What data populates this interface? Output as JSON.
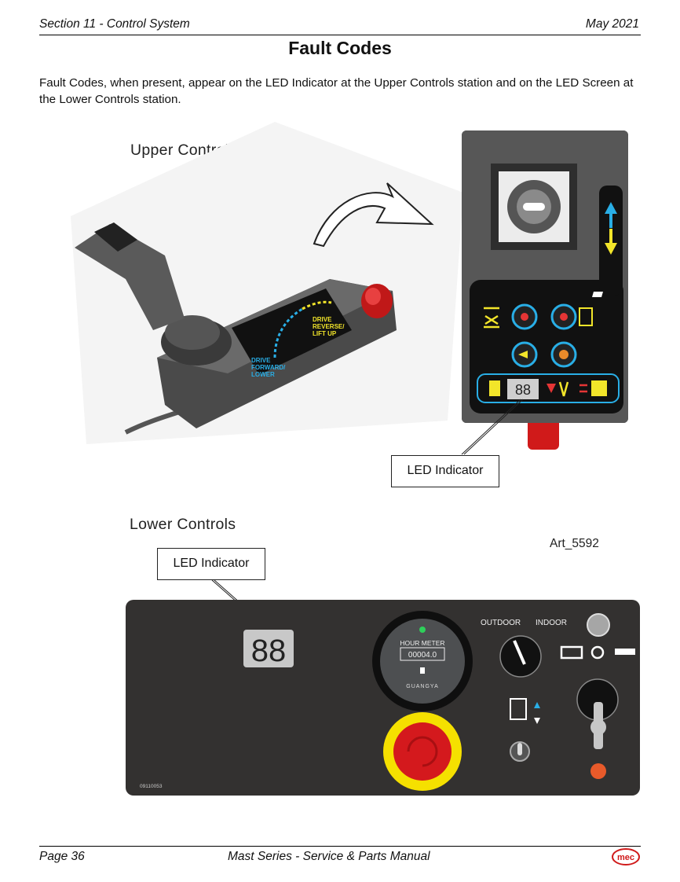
{
  "header": {
    "section": "Section 11 - Control System",
    "date": "May 2021"
  },
  "title": "Fault Codes",
  "intro": "Fault Codes, when present, appear on the LED Indicator at the Upper Controls station and on the LED Screen at the Lower Controls station.",
  "upper": {
    "label": "Upper Controls",
    "joystick_text": {
      "reverse_1": "DRIVE",
      "reverse_2": "REVERSE/",
      "reverse_3": "LIFT UP",
      "forward_1": "DRIVE",
      "forward_2": "FORWARD/",
      "forward_3": "LOWER"
    },
    "led_display": "88",
    "callout": "LED Indicator"
  },
  "lower": {
    "label": "Lower Controls",
    "art_id": "Art_5592",
    "callout": "LED Indicator",
    "led_display": "88",
    "hour_meter": {
      "label": "HOUR  METER",
      "reading": "00004.0",
      "brand": "GUANGYA"
    },
    "switch_labels": {
      "outdoor": "OUTDOOR",
      "indoor": "INDOOR"
    },
    "panel_code": "09110053"
  },
  "footer": {
    "page": "Page 36",
    "manual": "Mast Series - Service & Parts Manual",
    "logo": "mec"
  },
  "colors": {
    "panel_dark": "#333130",
    "led_blue": "#29aee6",
    "yellow": "#f2e52a",
    "red": "#d01a1a"
  }
}
